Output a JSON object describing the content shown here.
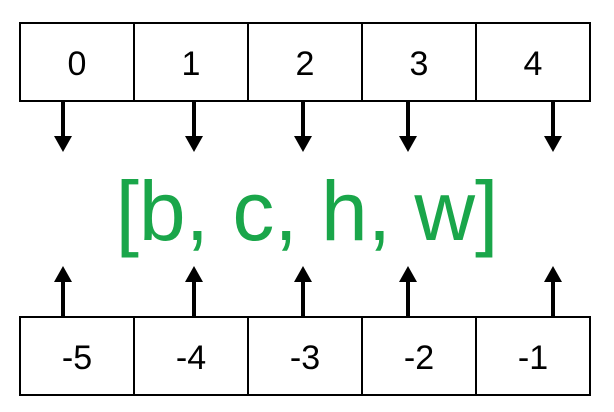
{
  "positive_indices": [
    "0",
    "1",
    "2",
    "3",
    "4"
  ],
  "negative_indices": [
    "-5",
    "-4",
    "-3",
    "-2",
    "-1"
  ],
  "list_literal": "[b, c, h, w]",
  "colors": {
    "list_text": "#1aa64a",
    "box_stroke": "#000000",
    "arrow": "#000000"
  }
}
